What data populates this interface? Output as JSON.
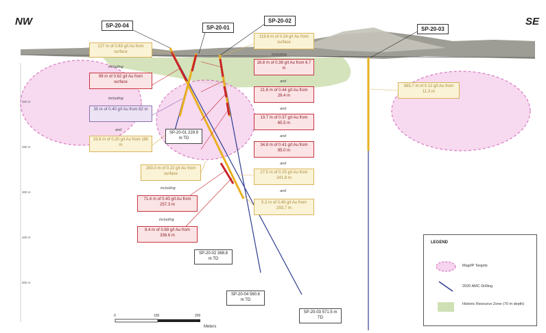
{
  "orientation": {
    "left": "NW",
    "right": "SE"
  },
  "holes": [
    {
      "id": "SP-20-04"
    },
    {
      "id": "SP-20-01"
    },
    {
      "id": "SP-20-02"
    },
    {
      "id": "SP-20-03"
    }
  ],
  "intercepts": {
    "i1": {
      "text": "127 m of 0.63 g/t Au from surface"
    },
    "i2": {
      "text": "99 m of 0.62 g/t Au from surface"
    },
    "i3": {
      "text": "30 m of 0.40 g/t Au from 82 m"
    },
    "i4": {
      "text": "19.8 m of 0.20 g/t Au from 180 m"
    },
    "i5": {
      "text": "119.8 m of 0.24 g/t Au from surface"
    },
    "i6": {
      "text": "16.8 m of 0.38 g/t Au from 6.7 m"
    },
    "i7": {
      "text": "21.6 m of 0.44 g/t Au from 29.4 m"
    },
    "i8": {
      "text": "13.7 m of 0.37 g/t Au from 65.5 m"
    },
    "i9": {
      "text": "34.8 m of 0.41 g/t Au from 95.0 m"
    },
    "i10": {
      "text": "27.5 m of 0.25 g/t Au from 241.8 m"
    },
    "i11": {
      "text": "5.2 m of 0.48 g/t Au from 293.7 m"
    },
    "i12": {
      "text": "283.0 m of 0.22 g/t Au from surface"
    },
    "i13": {
      "text": "71.4 m of 0.40 g/t Au from 257.3 m"
    },
    "i14": {
      "text": "8.4 m of 0.69 g/t Au from 336.6 m"
    },
    "i15": {
      "text": "585.7 m of 0.12 g/t Au from 11.3 m"
    }
  },
  "connectors": {
    "including": "including",
    "and": "and"
  },
  "total_depths": {
    "t01": "SP-20-01 229.9 m TD",
    "t02": "SP-20-02 368.8 m TD",
    "t04": "SP-20-04 560.6 m TD",
    "t03": "SP-20-03 571.5 m TD"
  },
  "depth_marks": [
    "200 m",
    "250 m",
    "300 m",
    "400 m",
    "500 m"
  ],
  "legend": {
    "title": "LEGEND",
    "items": [
      {
        "label": "Mag/IP Targets",
        "color": "#f3c6e6"
      },
      {
        "label": "2020 AMC Drilling",
        "color": "#2a3a8c"
      },
      {
        "label": "Historic Resource Zone (70 m depth)",
        "color": "#cfe0b4"
      }
    ]
  },
  "scale": {
    "ticks": [
      "0",
      "100",
      "200"
    ],
    "unit": "Meters"
  },
  "colors": {
    "terrain_dark": "#7a7a72",
    "terrain_light": "#b9b8ae",
    "resource_zone": "#cfe0b4",
    "target_fill": "#f6d3ee",
    "target_stroke": "#d264b8",
    "mineralized": "#e8b020",
    "high_grade": "#c8232b",
    "drill_trace": "#2c3b8f"
  }
}
